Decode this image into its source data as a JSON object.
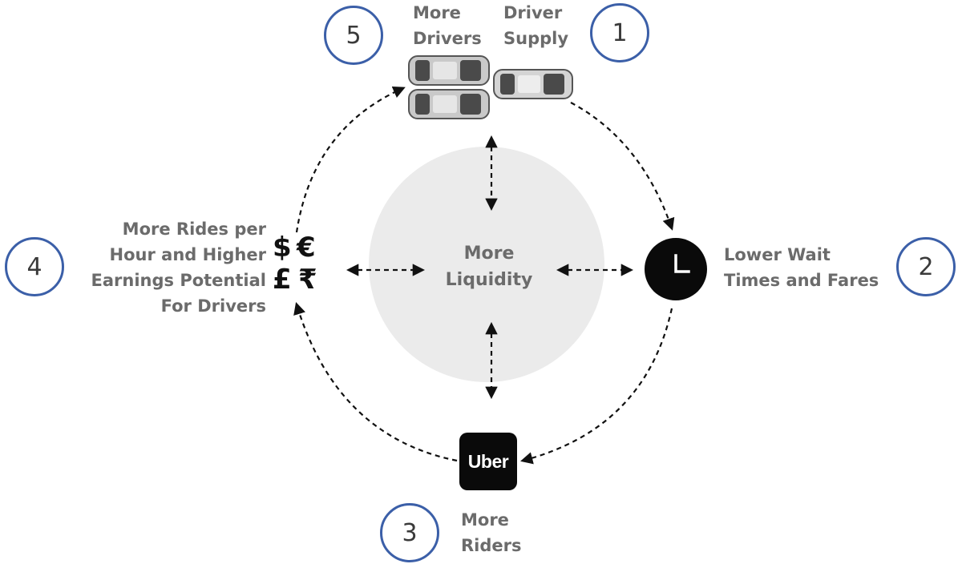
{
  "center": {
    "line1": "More",
    "line2": "Liquidity"
  },
  "steps": [
    {
      "number": "1",
      "line1": "Driver",
      "line2": "Supply"
    },
    {
      "number": "2",
      "line1": "Lower Wait",
      "line2": "Times and Fares"
    },
    {
      "number": "3",
      "line1": "More",
      "line2": "Riders"
    },
    {
      "number": "4",
      "line1": "More Rides per",
      "line2": "Hour and Higher",
      "line3": "Earnings Potential",
      "line4": "For Drivers"
    },
    {
      "number": "5",
      "line1": "More",
      "line2": "Drivers"
    }
  ],
  "app_icon": {
    "text": "Uber"
  },
  "currency_symbols": [
    "$",
    "€",
    "£",
    "₹"
  ],
  "icons": [
    "car-icon",
    "clock-icon",
    "uber-app-icon",
    "currency-icon"
  ],
  "colors": {
    "badge_border": "#3b5fa8",
    "label_text": "#6b6b6b",
    "center_circle": "#ebebeb",
    "arrow": "#111111",
    "icon_dark": "#0a0a0a"
  }
}
